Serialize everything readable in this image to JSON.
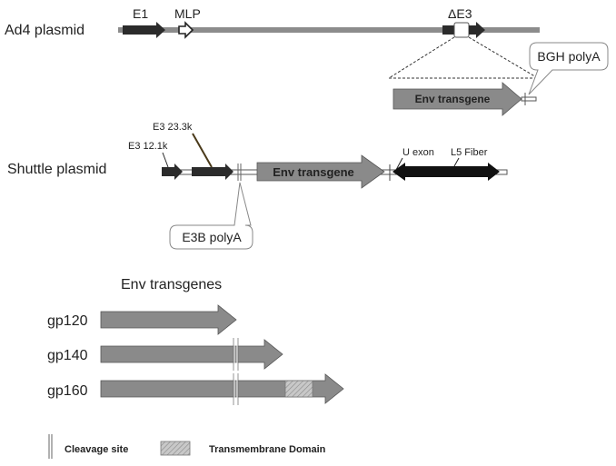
{
  "ad4_plasmid": {
    "title": "Ad4 plasmid",
    "e1": "E1",
    "mlp": "MLP",
    "delta_e3": "ΔE3",
    "bgh_polya": "BGH polyA",
    "env_transgene": "Env transgene"
  },
  "shuttle_plasmid": {
    "title": "Shuttle plasmid",
    "e3_121k": "E3 12.1k",
    "e3_233k": "E3 23.3k",
    "env_transgene": "Env transgene",
    "u_exon": "U exon",
    "l5_fiber": "L5 Fiber",
    "e3b_polya": "E3B polyA"
  },
  "env_transgenes": {
    "title": "Env transgenes",
    "items": [
      {
        "label": "gp120"
      },
      {
        "label": "gp140"
      },
      {
        "label": "gp160"
      }
    ]
  },
  "legend": {
    "cleavage_site": "Cleavage site",
    "transmembrane_domain": "Transmembrane Domain"
  },
  "colors": {
    "backbone": "#8c8c8c",
    "dark_gene": "#2b2b2b",
    "transgene": "#8a8a8a",
    "fiber": "#111111",
    "tm_domain": "#bdbdbd"
  }
}
